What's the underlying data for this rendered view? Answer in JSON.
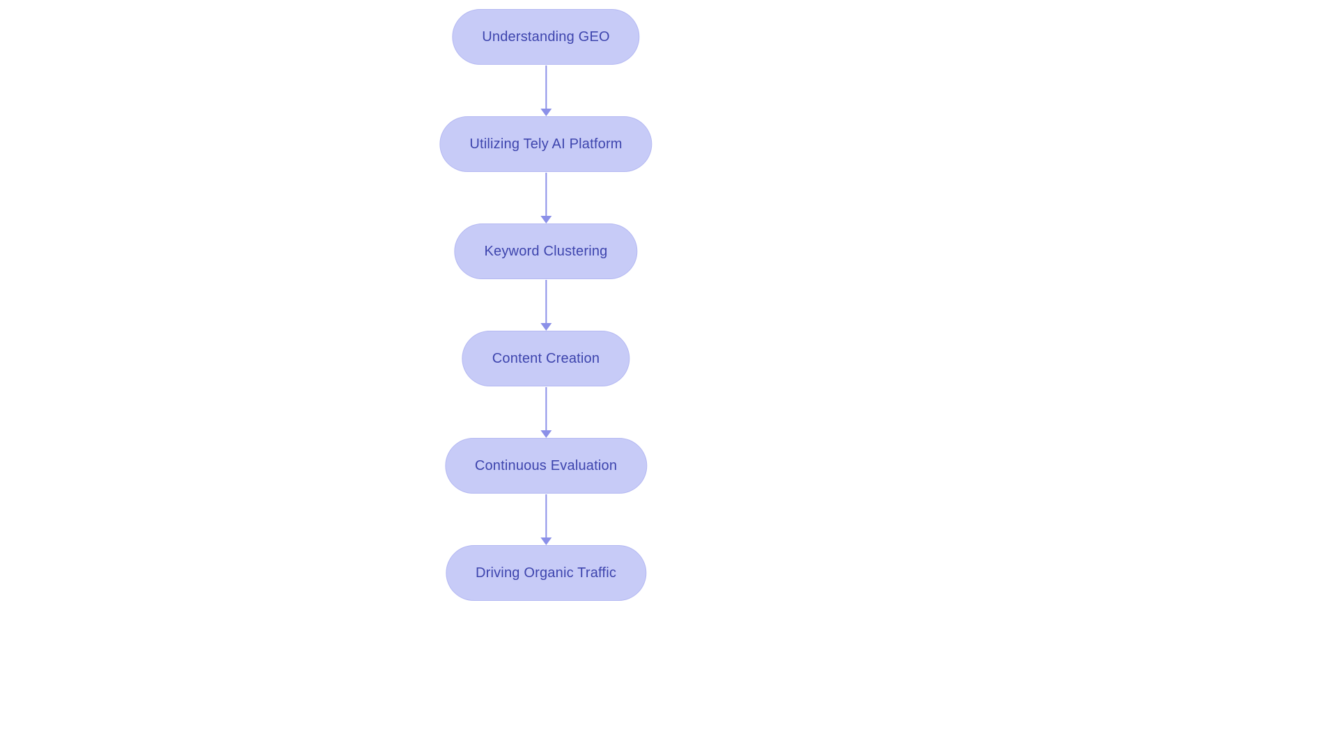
{
  "diagram": {
    "type": "flowchart",
    "direction": "top-down",
    "nodes": [
      {
        "id": "understanding-geo",
        "label": "Understanding GEO"
      },
      {
        "id": "utilizing-tely-ai",
        "label": "Utilizing Tely AI Platform"
      },
      {
        "id": "keyword-clustering",
        "label": "Keyword Clustering"
      },
      {
        "id": "content-creation",
        "label": "Content Creation"
      },
      {
        "id": "continuous-evaluation",
        "label": "Continuous Evaluation"
      },
      {
        "id": "driving-organic-traffic",
        "label": "Driving Organic Traffic"
      }
    ],
    "edges": [
      {
        "from": "understanding-geo",
        "to": "utilizing-tely-ai"
      },
      {
        "from": "utilizing-tely-ai",
        "to": "keyword-clustering"
      },
      {
        "from": "keyword-clustering",
        "to": "content-creation"
      },
      {
        "from": "content-creation",
        "to": "continuous-evaluation"
      },
      {
        "from": "continuous-evaluation",
        "to": "driving-organic-traffic"
      }
    ],
    "colors": {
      "background": "#ffffff",
      "node_fill": "#c7cbf7",
      "node_border": "#b4b8f2",
      "node_text": "#3d44ad",
      "arrow": "#8b90e8"
    }
  }
}
